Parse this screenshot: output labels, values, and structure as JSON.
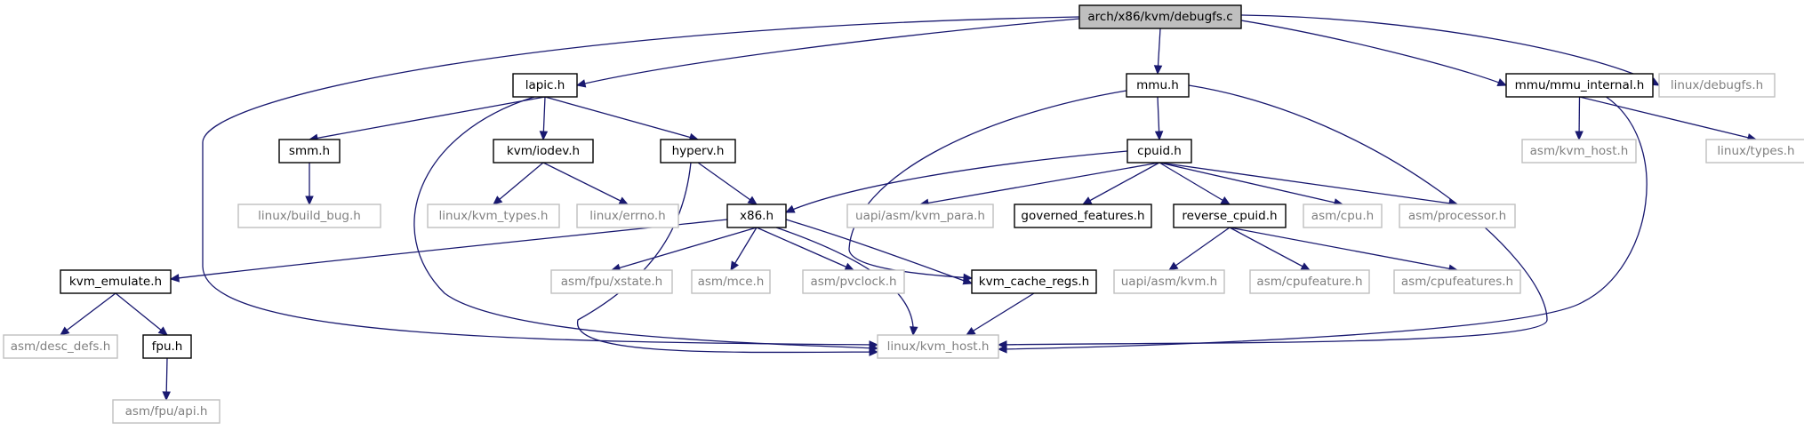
{
  "diagram": {
    "type": "include-dependency-graph",
    "colors": {
      "edge": "#191970",
      "root_fill": "#bfbfbf",
      "local_border": "#000000",
      "system_border": "#bfbfbf",
      "system_text": "#808080",
      "local_text": "#000000"
    },
    "nodes": [
      {
        "id": "root",
        "label": "arch/x86/kvm/debugfs.c",
        "kind": "root"
      },
      {
        "id": "lapic",
        "label": "lapic.h",
        "kind": "local"
      },
      {
        "id": "mmu",
        "label": "mmu.h",
        "kind": "local"
      },
      {
        "id": "mmu_internal",
        "label": "mmu/mmu_internal.h",
        "kind": "local"
      },
      {
        "id": "linux_debugfs",
        "label": "linux/debugfs.h",
        "kind": "system"
      },
      {
        "id": "smm",
        "label": "smm.h",
        "kind": "local"
      },
      {
        "id": "kvm_iodev",
        "label": "kvm/iodev.h",
        "kind": "local"
      },
      {
        "id": "hyperv",
        "label": "hyperv.h",
        "kind": "local"
      },
      {
        "id": "cpuid",
        "label": "cpuid.h",
        "kind": "local"
      },
      {
        "id": "asm_kvm_host",
        "label": "asm/kvm_host.h",
        "kind": "system"
      },
      {
        "id": "linux_types",
        "label": "linux/types.h",
        "kind": "system"
      },
      {
        "id": "linux_build_bug",
        "label": "linux/build_bug.h",
        "kind": "system"
      },
      {
        "id": "linux_kvm_types",
        "label": "linux/kvm_types.h",
        "kind": "system"
      },
      {
        "id": "linux_errno",
        "label": "linux/errno.h",
        "kind": "system"
      },
      {
        "id": "x86",
        "label": "x86.h",
        "kind": "local"
      },
      {
        "id": "uapi_kvm_para",
        "label": "uapi/asm/kvm_para.h",
        "kind": "system"
      },
      {
        "id": "governed_features",
        "label": "governed_features.h",
        "kind": "local"
      },
      {
        "id": "reverse_cpuid",
        "label": "reverse_cpuid.h",
        "kind": "local"
      },
      {
        "id": "asm_cpu",
        "label": "asm/cpu.h",
        "kind": "system"
      },
      {
        "id": "asm_processor",
        "label": "asm/processor.h",
        "kind": "system"
      },
      {
        "id": "kvm_emulate",
        "label": "kvm_emulate.h",
        "kind": "local"
      },
      {
        "id": "asm_fpu_xstate",
        "label": "asm/fpu/xstate.h",
        "kind": "system"
      },
      {
        "id": "asm_mce",
        "label": "asm/mce.h",
        "kind": "system"
      },
      {
        "id": "asm_pvclock",
        "label": "asm/pvclock.h",
        "kind": "system"
      },
      {
        "id": "kvm_cache_regs",
        "label": "kvm_cache_regs.h",
        "kind": "local"
      },
      {
        "id": "uapi_asm_kvm",
        "label": "uapi/asm/kvm.h",
        "kind": "system"
      },
      {
        "id": "asm_cpufeature",
        "label": "asm/cpufeature.h",
        "kind": "system"
      },
      {
        "id": "asm_cpufeatures",
        "label": "asm/cpufeatures.h",
        "kind": "system"
      },
      {
        "id": "asm_desc_defs",
        "label": "asm/desc_defs.h",
        "kind": "system"
      },
      {
        "id": "fpu",
        "label": "fpu.h",
        "kind": "local"
      },
      {
        "id": "linux_kvm_host",
        "label": "linux/kvm_host.h",
        "kind": "system"
      },
      {
        "id": "asm_fpu_api",
        "label": "asm/fpu/api.h",
        "kind": "system"
      }
    ],
    "edges": [
      [
        "root",
        "lapic"
      ],
      [
        "root",
        "mmu"
      ],
      [
        "root",
        "mmu_internal"
      ],
      [
        "root",
        "linux_debugfs"
      ],
      [
        "root",
        "linux_kvm_host"
      ],
      [
        "lapic",
        "smm"
      ],
      [
        "lapic",
        "kvm_iodev"
      ],
      [
        "lapic",
        "hyperv"
      ],
      [
        "lapic",
        "linux_kvm_host"
      ],
      [
        "smm",
        "linux_build_bug"
      ],
      [
        "kvm_iodev",
        "linux_kvm_types"
      ],
      [
        "kvm_iodev",
        "linux_errno"
      ],
      [
        "hyperv",
        "x86"
      ],
      [
        "hyperv",
        "linux_kvm_host"
      ],
      [
        "mmu",
        "cpuid"
      ],
      [
        "mmu",
        "kvm_cache_regs"
      ],
      [
        "mmu",
        "linux_kvm_host"
      ],
      [
        "mmu_internal",
        "asm_kvm_host"
      ],
      [
        "mmu_internal",
        "linux_types"
      ],
      [
        "mmu_internal",
        "linux_kvm_host"
      ],
      [
        "cpuid",
        "x86"
      ],
      [
        "cpuid",
        "uapi_kvm_para"
      ],
      [
        "cpuid",
        "governed_features"
      ],
      [
        "cpuid",
        "reverse_cpuid"
      ],
      [
        "cpuid",
        "asm_cpu"
      ],
      [
        "cpuid",
        "asm_processor"
      ],
      [
        "x86",
        "kvm_emulate"
      ],
      [
        "x86",
        "asm_fpu_xstate"
      ],
      [
        "x86",
        "asm_mce"
      ],
      [
        "x86",
        "asm_pvclock"
      ],
      [
        "x86",
        "kvm_cache_regs"
      ],
      [
        "x86",
        "linux_kvm_host"
      ],
      [
        "reverse_cpuid",
        "uapi_asm_kvm"
      ],
      [
        "reverse_cpuid",
        "asm_cpufeature"
      ],
      [
        "reverse_cpuid",
        "asm_cpufeatures"
      ],
      [
        "kvm_emulate",
        "asm_desc_defs"
      ],
      [
        "kvm_emulate",
        "fpu"
      ],
      [
        "fpu",
        "asm_fpu_api"
      ],
      [
        "kvm_cache_regs",
        "linux_kvm_host"
      ]
    ]
  }
}
